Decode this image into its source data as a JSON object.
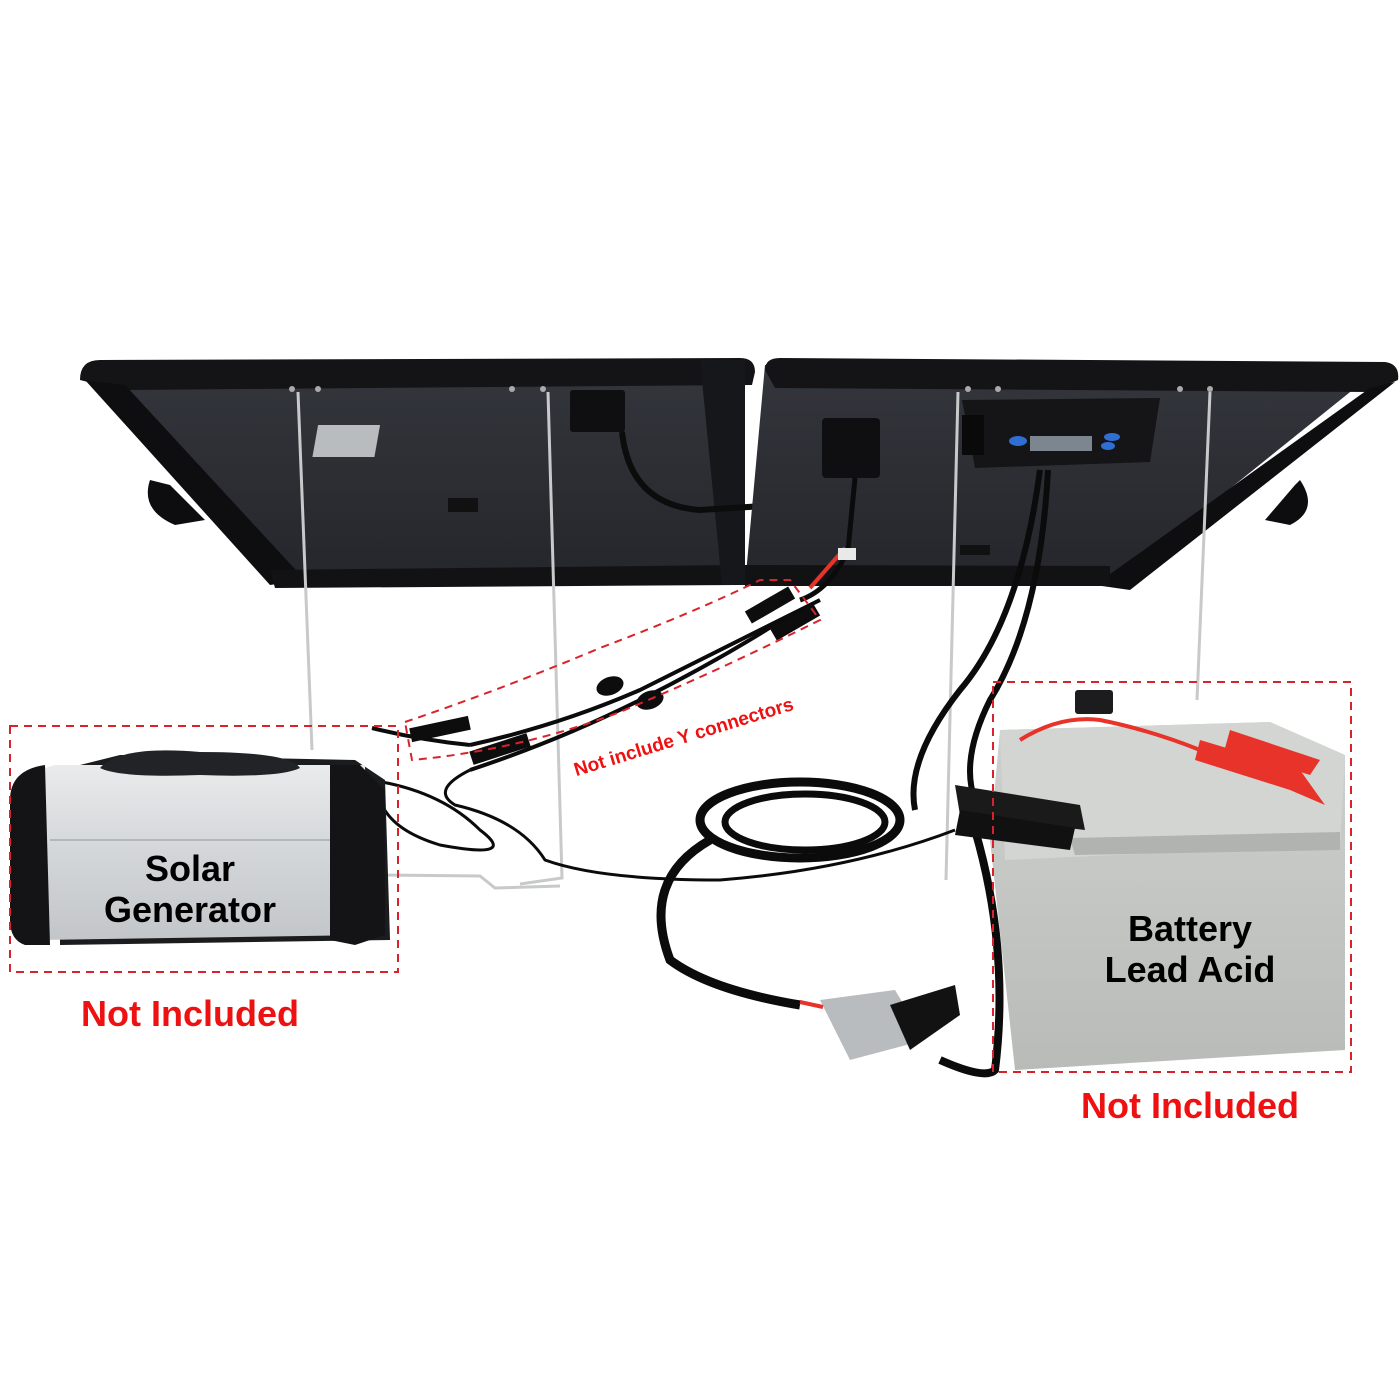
{
  "photo": {
    "subject": "Foldable suitcase solar panel kit with charge controller connected to a solar generator and a lead acid battery",
    "background_color": "#ffffff"
  },
  "annotations": {
    "solar_generator": {
      "line1": "Solar",
      "line2": "Generator",
      "status": "Not Included"
    },
    "battery": {
      "line1": "Battery",
      "line2": "Lead Acid",
      "status": "Not Included"
    },
    "y_connectors": {
      "text": "Not include Y connectors"
    }
  },
  "colors": {
    "annotation_red": "#ee1111",
    "dashed_box_red": "#d9232a",
    "panel_dark": "#2b2d33",
    "frame_black": "#151517",
    "generator_silver": "#d6d8da",
    "battery_grey": "#c4c6c3",
    "clamp_red": "#e8332b",
    "controller_blue": "#2f6fd3"
  },
  "icons": {
    "charge_controller": "lcd-controller-icon",
    "junction_box": "junction-box-icon",
    "anderson_connector": "anderson-plug-icon",
    "alligator_clamp": "alligator-clamp-icon"
  }
}
